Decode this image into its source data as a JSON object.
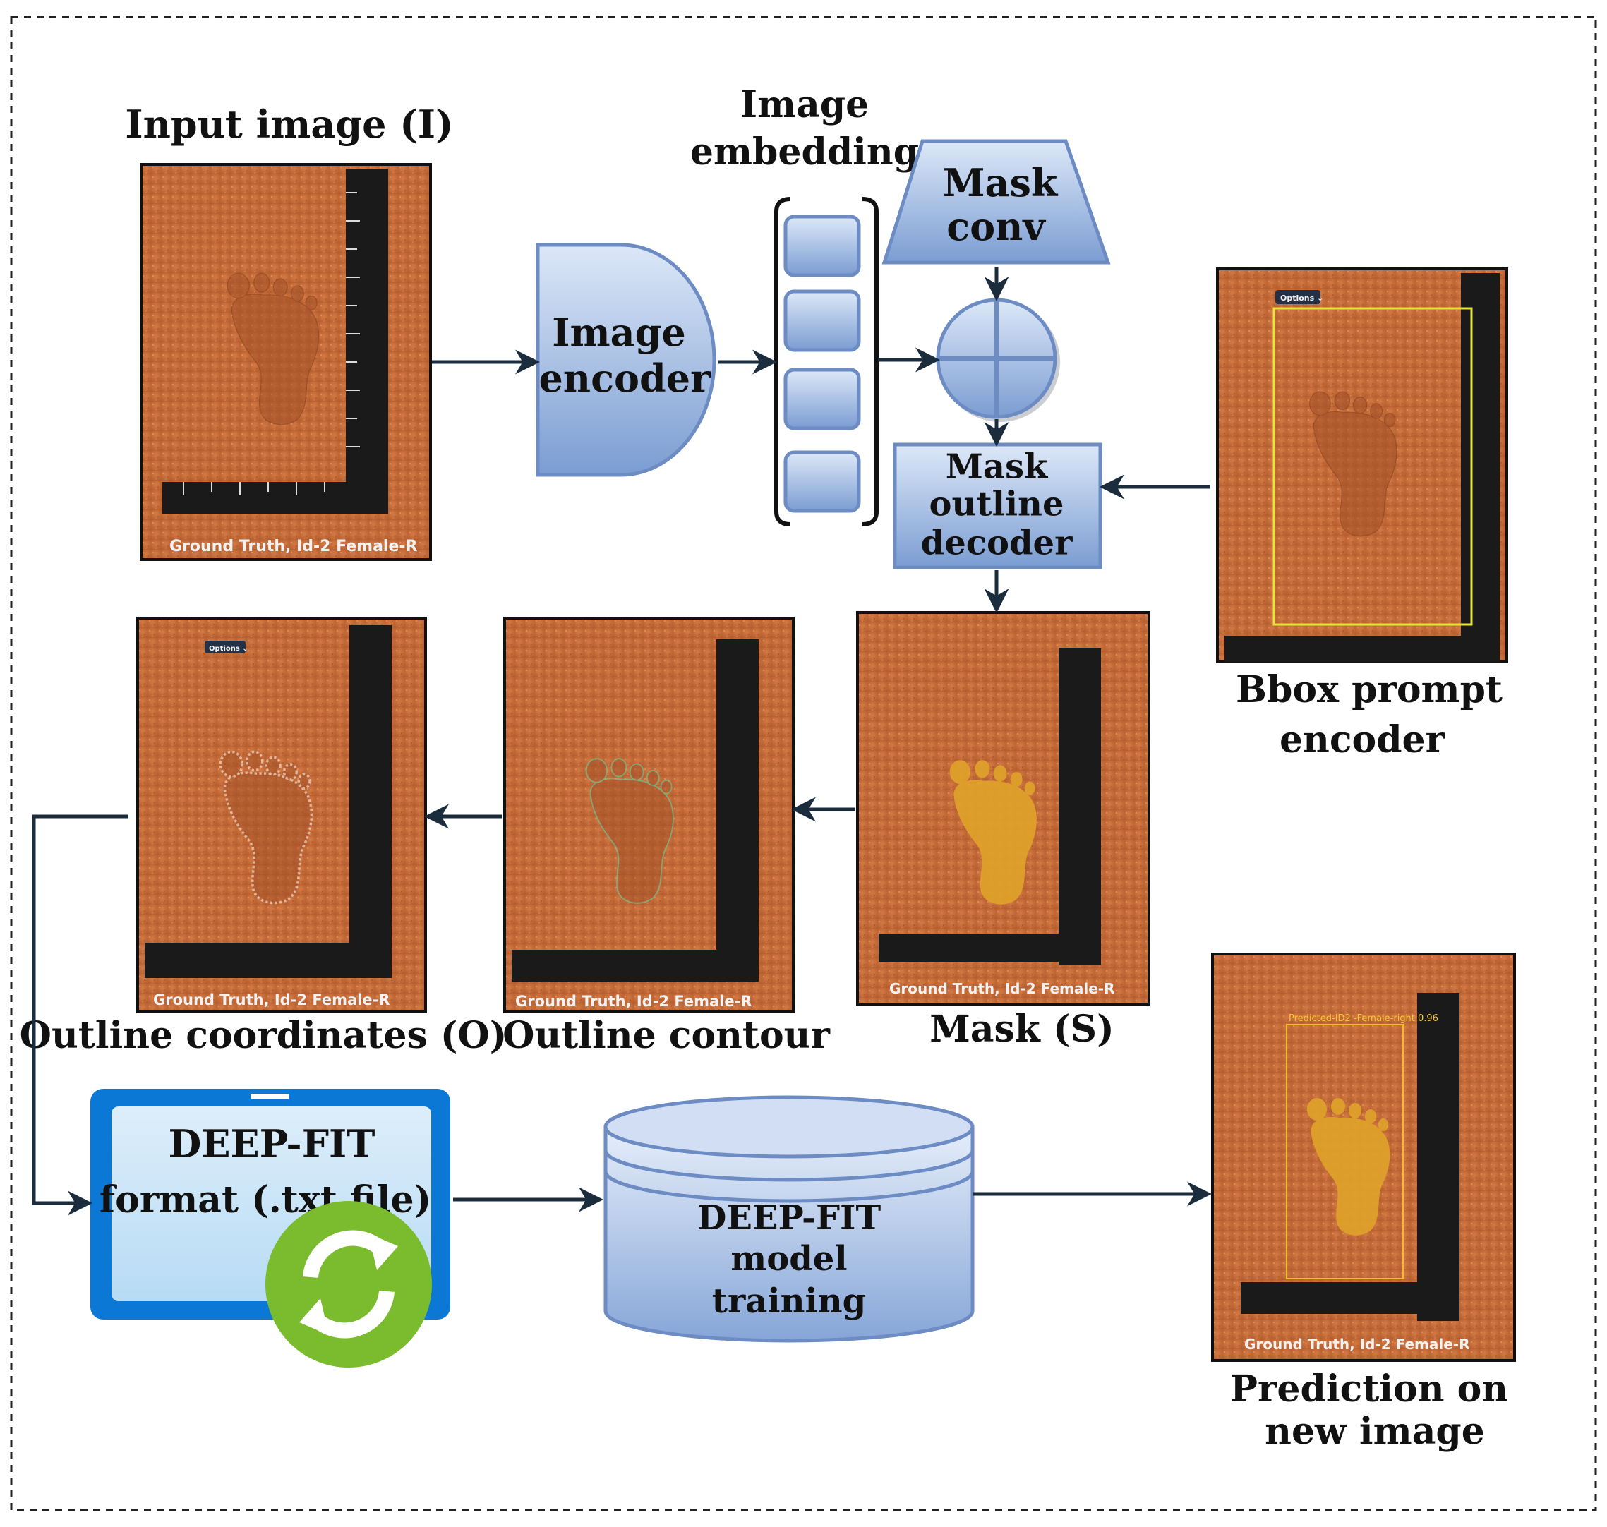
{
  "labels": {
    "input_image": "Input image (I)",
    "image_embedding_1": "Image",
    "image_embedding_2": "embedding",
    "image_encoder_1": "Image",
    "image_encoder_2": "encoder",
    "mask_conv_1": "Mask",
    "mask_conv_2": "conv",
    "decoder_1": "Mask",
    "decoder_2": "outline",
    "decoder_3": "decoder",
    "bbox_1": "Bbox prompt",
    "bbox_2": "encoder",
    "mask_s": "Mask (S)",
    "outline_contour": "Outline contour",
    "outline_coords": "Outline coordinates (O)",
    "deepfit_format_1": "DEEP-FIT",
    "deepfit_format_2": "format (.txt file)",
    "training_1": "DEEP-FIT",
    "training_2": "model",
    "training_3": "training",
    "prediction_1": "Prediction on",
    "prediction_2": "new image"
  },
  "photo_text": {
    "ground_truth": "Ground Truth, Id-2 Female-R",
    "options": "Options ⌄",
    "predicted": "Predicted-ID2 -Female-right 0.96"
  },
  "colors": {
    "arrow": "#1b2c3d",
    "block_light": "#d6e3f7",
    "block_dark": "#7e9fd3",
    "block_border": "#6d8cc4",
    "sand": "#c86d3a",
    "mask": "#e0a22a",
    "tablet": "#0a78d4",
    "sync": "#7bbb2e"
  },
  "icons": [
    "sync-icon",
    "plus-icon"
  ]
}
